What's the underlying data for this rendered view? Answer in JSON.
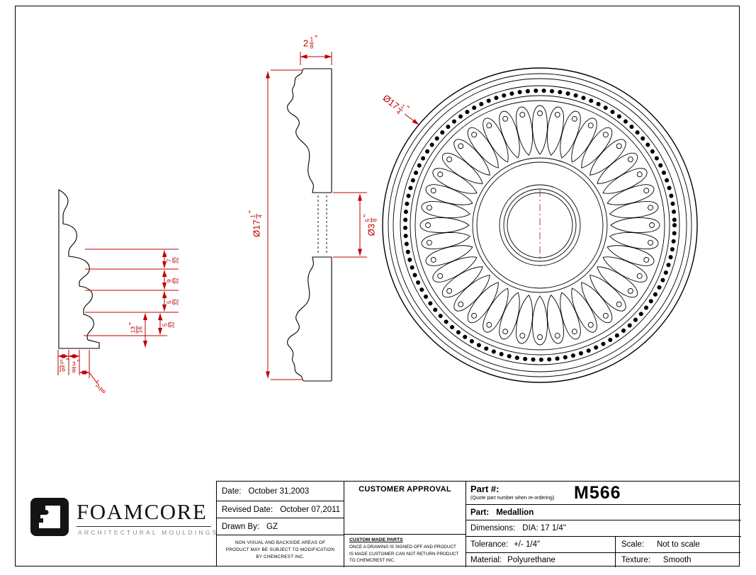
{
  "colors": {
    "dimension": "#c00000",
    "line": "#000000",
    "tagline_gray": "#8a8a8a"
  },
  "logo": {
    "company": "FOAMCORE",
    "tagline": "ARCHITECTURAL MOULDINGS"
  },
  "dims": {
    "section_width": "2 1/8\"",
    "overall_dia": "Ø17 1/4\"",
    "hole_dia": "Ø3 5/8\"",
    "front_dia": "Ø17 1/4\"",
    "profile_1": "7/32\"",
    "profile_2": "9/32\"",
    "profile_3": "5/32\"",
    "profile_4": "13/16\"",
    "profile_5": "5/32\"",
    "base_1": "5/16\"",
    "base_2": "3/8\"",
    "base_3": "1/8\""
  },
  "title_block": {
    "date_label": "Date:",
    "date_value": "October 31,2003",
    "revised_label": "Revised Date:",
    "revised_value": "October 07,2011",
    "drawn_label": "Drawn By:",
    "drawn_value": "GZ",
    "left_note": "NON VISUAL AND BACKSIDE AREAS OF PRODUCT MAY BE SUBJECT TO MODIFICATION BY CHEMCREST INC.",
    "customer_approval": "CUSTOMER APPROVAL",
    "custom_parts_title": "CUSTOM MADE PARTS",
    "custom_parts_note": "ONCE A DRAWING IS SIGNED OFF AND PRODUCT IS MADE CUSTOMER CAN NOT RETURN PRODUCT TO CHEMCREST INC.",
    "part_number_label": "Part #:",
    "part_number_sub": "(Quote part number when re-ordering)",
    "part_number": "M566",
    "part_label": "Part:",
    "part_value": "Medallion",
    "dimensions_label": "Dimensions:",
    "dimensions_value": "DIA: 17 1/4\"",
    "tolerance_label": "Tolerance:",
    "tolerance_value": "+/- 1/4\"",
    "scale_label": "Scale:",
    "scale_value": "Not to scale",
    "material_label": "Material:",
    "material_value": "Polyurethane",
    "texture_label": "Texture:",
    "texture_value": "Smooth"
  }
}
